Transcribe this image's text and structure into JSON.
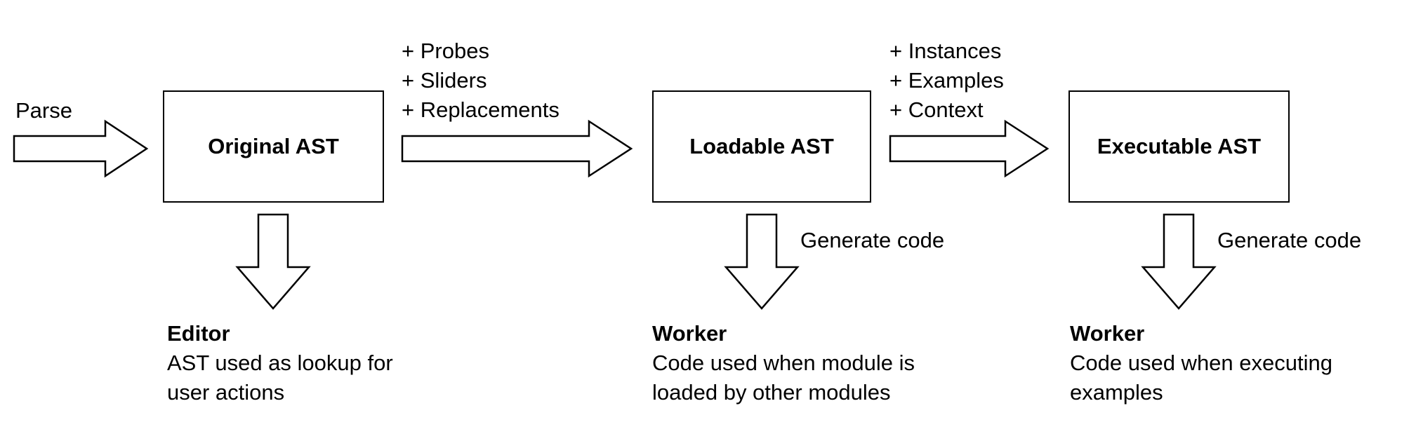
{
  "diagram": {
    "colors": {
      "stroke": "#000000",
      "background": "#ffffff"
    },
    "parse_label": "Parse",
    "boxes": [
      {
        "label": "Original AST"
      },
      {
        "label": "Loadable AST"
      },
      {
        "label": "Executable AST"
      }
    ],
    "arrow1_labels": [
      "+ Probes",
      "+ Sliders",
      "+ Replacements"
    ],
    "arrow2_labels": [
      "+ Instances",
      "+ Examples",
      "+ Context"
    ],
    "generate_code_label_1": "Generate code",
    "generate_code_label_2": "Generate code",
    "outputs": [
      {
        "title": "Editor",
        "line1": "AST used as lookup for",
        "line2": "user actions"
      },
      {
        "title": "Worker",
        "line1": "Code used when module is",
        "line2": "loaded by other modules"
      },
      {
        "title": "Worker",
        "line1": "Code used when executing",
        "line2": "examples"
      }
    ]
  }
}
